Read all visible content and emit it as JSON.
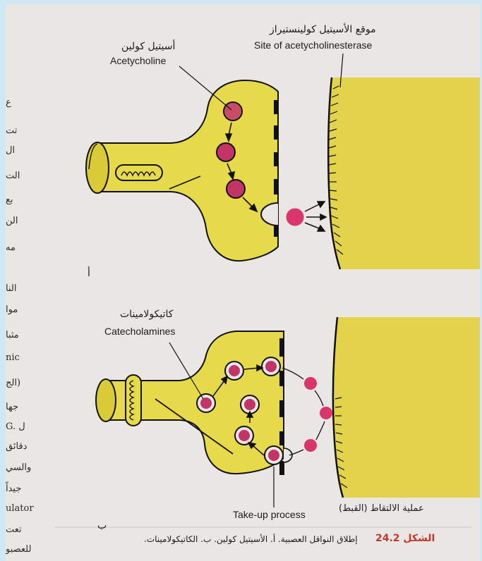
{
  "top_diagram": {
    "label_ach_ar": "أسيتيل كولين",
    "label_ach_en": "Acetycholine",
    "label_site_ar": "موقع الأسيتيل كولينستيراز",
    "label_site_en": "Site of acetycholinesterase",
    "panel_letter": "أ"
  },
  "bottom_diagram": {
    "label_cat_ar": "كاتيكولامينات",
    "label_cat_en": "Catecholamines",
    "label_takeup_en": "Take-up process",
    "label_takeup_ar": "عملية الالتقاط (القبط)",
    "panel_letter": "ب"
  },
  "caption": {
    "figure_num": "الشكل 24.2",
    "text_line1": "إطلاق النواقل العصبية. أ. الأسيتيل كولين.  ب. الكاتيكولامينات.",
    "accent_color": "#c0392b"
  },
  "margin_text": [
    "ع",
    "تت",
    "ال",
    "الت",
    "بع",
    "الن",
    "مه",
    "النا",
    "موا",
    "مثبا",
    "nic",
    "(الج",
    "جها",
    "G. ل",
    "دقائق",
    "والسي",
    "جيداً",
    "ulator",
    "تعت",
    "للعصبو"
  ],
  "colors": {
    "terminal_yellow": "#e6da4b",
    "vesicle_pink": "#c23366",
    "membrane_black": "#111111"
  }
}
